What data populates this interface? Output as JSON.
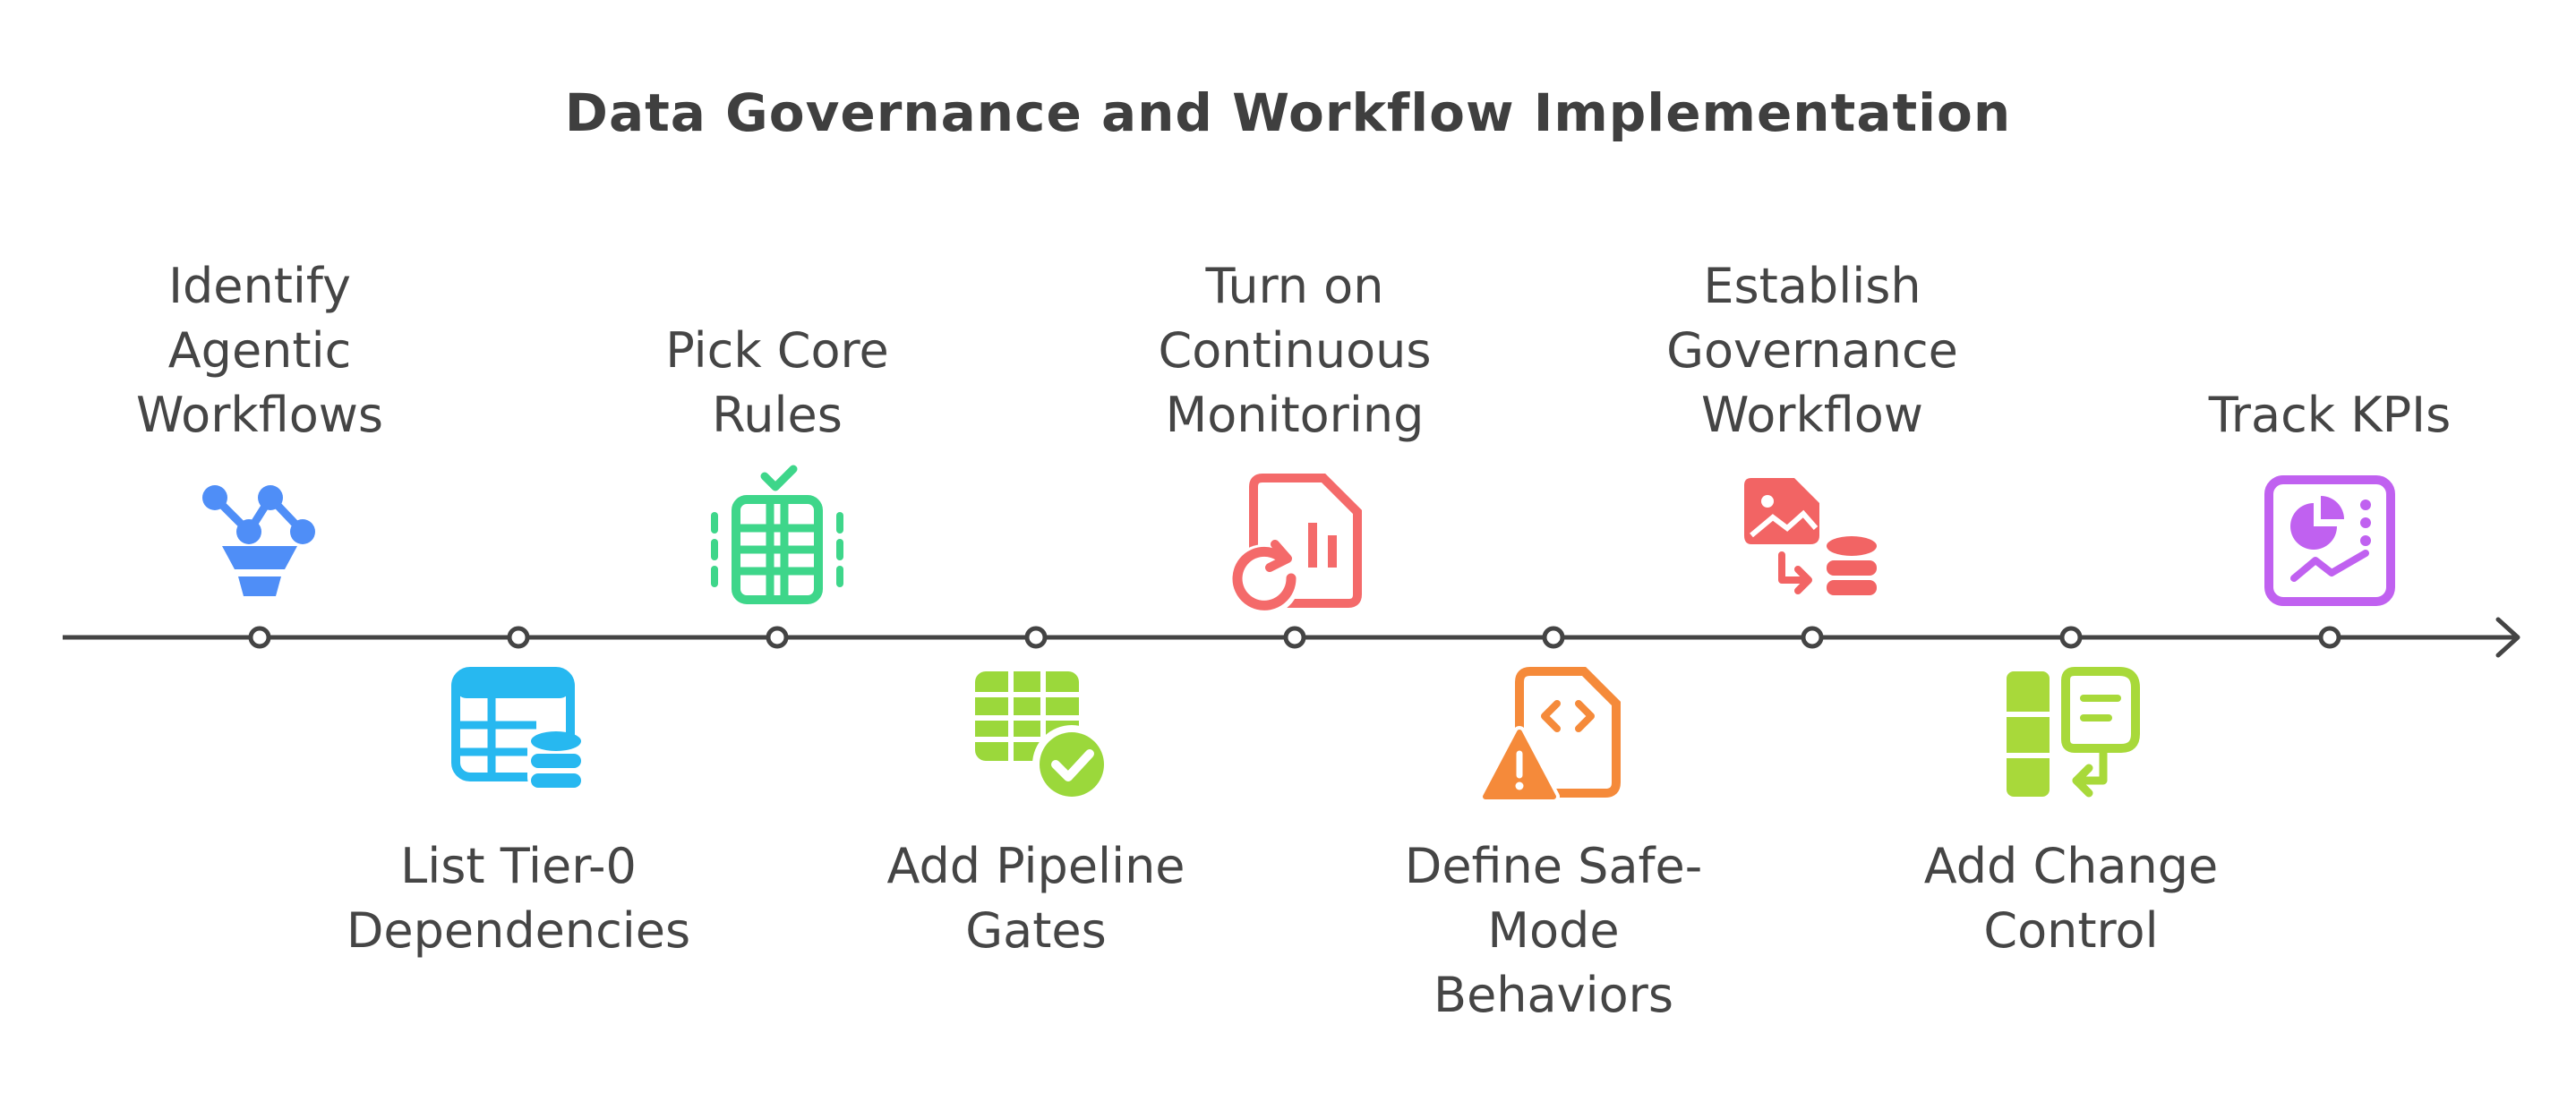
{
  "title": "Data Governance and Workflow Implementation",
  "steps": [
    {
      "lines": [
        "Identify",
        "Agentic",
        "Workflows"
      ],
      "position": "above",
      "icon": "workflow-funnel-icon",
      "color": "#4f8ef7"
    },
    {
      "lines": [
        "List Tier-0",
        "Dependencies"
      ],
      "position": "below",
      "icon": "table-database-icon",
      "color": "#27b8f0"
    },
    {
      "lines": [
        "Pick Core",
        "Rules"
      ],
      "position": "above",
      "icon": "checklist-rules-icon",
      "color": "#3ed68a"
    },
    {
      "lines": [
        "Add Pipeline",
        "Gates"
      ],
      "position": "below",
      "icon": "table-check-icon",
      "color": "#9bd83b"
    },
    {
      "lines": [
        "Turn on",
        "Continuous",
        "Monitoring"
      ],
      "position": "above",
      "icon": "document-refresh-chart-icon",
      "color": "#f46a6a"
    },
    {
      "lines": [
        "Define Safe-",
        "Mode",
        "Behaviors"
      ],
      "position": "below",
      "icon": "code-file-warning-icon",
      "color": "#f58a3a"
    },
    {
      "lines": [
        "Establish",
        "Governance",
        "Workflow"
      ],
      "position": "above",
      "icon": "image-file-database-icon",
      "color": "#f26464"
    },
    {
      "lines": [
        "Add Change",
        "Control"
      ],
      "position": "below",
      "icon": "document-change-icon",
      "color": "#a8d93a"
    },
    {
      "lines": [
        "Track KPIs"
      ],
      "position": "above",
      "icon": "kpi-dashboard-icon",
      "color": "#c061f0"
    }
  ],
  "line_color": "#444444"
}
